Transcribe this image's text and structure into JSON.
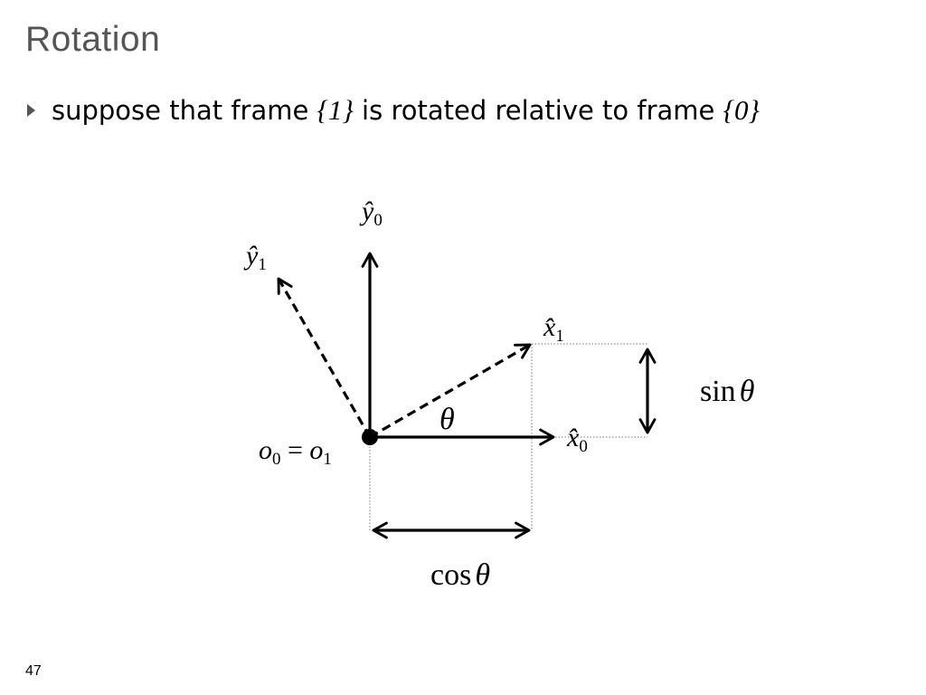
{
  "slide": {
    "title": "Rotation",
    "bullet": {
      "prefix": "suppose that frame ",
      "frame1": "{1}",
      "middle": " is rotated relative to frame ",
      "frame0": "{0}"
    },
    "page_number": "47"
  },
  "diagram": {
    "labels": {
      "y0": {
        "base": "ŷ",
        "sub": "0"
      },
      "y1": {
        "base": "ŷ",
        "sub": "1"
      },
      "x1": {
        "base": "x̂",
        "sub": "1"
      },
      "x0": {
        "base": "x̂",
        "sub": "0"
      },
      "origin": {
        "o0": "o",
        "o0_sub": "0",
        "eq": " = ",
        "o1": "o",
        "o1_sub": "1"
      },
      "theta": "θ",
      "sin": {
        "fn": "sin",
        "arg": "θ"
      },
      "cos": {
        "fn": "cos",
        "arg": "θ"
      }
    },
    "colors": {
      "ink": "#000000",
      "title": "#555555",
      "guide": "#777777"
    }
  }
}
